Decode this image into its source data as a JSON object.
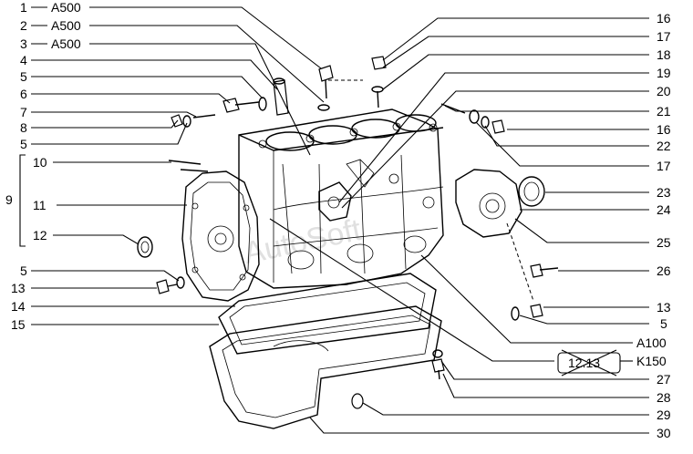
{
  "left_labels": [
    {
      "num": "1",
      "code": "A500"
    },
    {
      "num": "2",
      "code": "A500"
    },
    {
      "num": "3",
      "code": "A500"
    },
    {
      "num": "4",
      "code": ""
    },
    {
      "num": "5",
      "code": ""
    },
    {
      "num": "6",
      "code": ""
    },
    {
      "num": "7",
      "code": ""
    },
    {
      "num": "8",
      "code": ""
    },
    {
      "num": "5",
      "code": ""
    },
    {
      "num": "10",
      "code": ""
    },
    {
      "num": "9",
      "code": ""
    },
    {
      "num": "11",
      "code": ""
    },
    {
      "num": "12",
      "code": ""
    },
    {
      "num": "5",
      "code": ""
    },
    {
      "num": "13",
      "code": ""
    },
    {
      "num": "14",
      "code": ""
    },
    {
      "num": "15",
      "code": ""
    }
  ],
  "right_labels": [
    "16",
    "17",
    "18",
    "19",
    "20",
    "21",
    "16",
    "22",
    "17",
    "23",
    "24",
    "25",
    "26",
    "13",
    "5",
    "27",
    "28",
    "29",
    "30"
  ],
  "right_codes": [
    {
      "text": "A100"
    },
    {
      "text": "K150"
    }
  ],
  "crossed_box": "12.13",
  "watermark": "AutoSoft"
}
